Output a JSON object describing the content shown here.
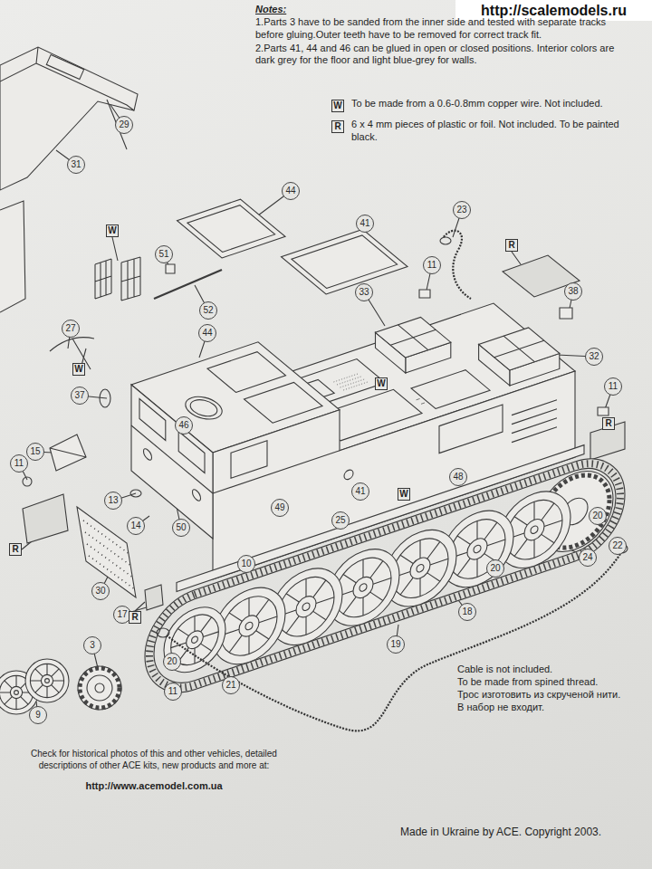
{
  "diagram": {
    "labels": [
      "http://scalemodels.ru",
      "Notes:",
      "1.Parts 3 have to be sanded from the inner side and tested with separate tracks before gluing.Outer teeth have to be removed for correct track fit.",
      "2.Parts 41, 44 and 46 can be glued in open or closed positions. Interior colors are dark grey for the floor and light blue-grey for walls.",
      "W",
      "To be made from a 0.6-0.8mm copper wire. Not included.",
      "R",
      "6 x 4 mm pieces of plastic or foil. Not included. To be painted black.",
      "29",
      "31",
      "44",
      "41",
      "23",
      "51",
      "11",
      "33",
      "38",
      "52",
      "44",
      "27",
      "32",
      "37",
      "11",
      "46",
      "15",
      "11",
      "13",
      "14",
      "50",
      "49",
      "41",
      "48",
      "25",
      "10",
      "20",
      "24",
      "22",
      "20",
      "18",
      "30",
      "17",
      "20",
      "11",
      "21",
      "19",
      "3",
      "9",
      "W",
      "W",
      "W",
      "W",
      "R",
      "R",
      "R",
      "R",
      "Cable is not included.",
      "To be made from spined thread.",
      "Трос изготовить из скрученой нити.",
      "В набор не входит.",
      "Check for historical photos of this and other vehicles, detailed descriptions of other ACE kits, new products and more at:",
      "http://www.acemodel.com.ua",
      "Made in Ukraine by ACE. Copyright 2003."
    ]
  }
}
